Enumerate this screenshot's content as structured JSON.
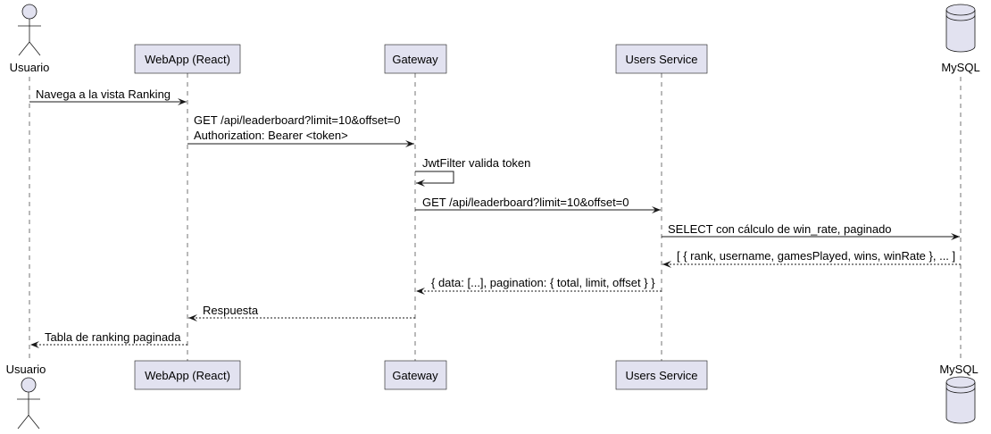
{
  "participants": {
    "usuario": "Usuario",
    "webapp": "WebApp (React)",
    "gateway": "Gateway",
    "users_service": "Users Service",
    "mysql": "MySQL"
  },
  "messages": [
    {
      "from": "usuario",
      "to": "webapp",
      "lines": [
        "Navega a la vista Ranking"
      ],
      "style": "solid"
    },
    {
      "from": "webapp",
      "to": "gateway",
      "lines": [
        "GET /api/leaderboard?limit=10&offset=0",
        "Authorization: Bearer <token>"
      ],
      "style": "solid"
    },
    {
      "from": "gateway",
      "to": "gateway",
      "lines": [
        "JwtFilter valida token"
      ],
      "style": "self"
    },
    {
      "from": "gateway",
      "to": "users_service",
      "lines": [
        "GET /api/leaderboard?limit=10&offset=0"
      ],
      "style": "solid"
    },
    {
      "from": "users_service",
      "to": "mysql",
      "lines": [
        "SELECT con cálculo de win_rate, paginado"
      ],
      "style": "solid"
    },
    {
      "from": "mysql",
      "to": "users_service",
      "lines": [
        "[ { rank, username, gamesPlayed, wins, winRate }, ... ]"
      ],
      "style": "dashed"
    },
    {
      "from": "users_service",
      "to": "gateway",
      "lines": [
        "{ data: [...], pagination: { total, limit, offset } }"
      ],
      "style": "dashed"
    },
    {
      "from": "gateway",
      "to": "webapp",
      "lines": [
        "Respuesta"
      ],
      "style": "dashed"
    },
    {
      "from": "webapp",
      "to": "usuario",
      "lines": [
        "Tabla de ranking paginada"
      ],
      "style": "dashed"
    }
  ],
  "colors": {
    "participant_fill": "#e2e2f0",
    "line": "#181818"
  }
}
